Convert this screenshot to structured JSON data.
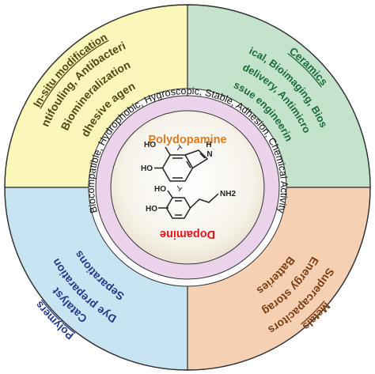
{
  "quadrants": [
    {
      "key": "top-left",
      "title": "In-situ modification",
      "items": [
        "Antifouling, Antibacterial",
        "Biomineralization",
        "Adhesive agents"
      ],
      "fill": "#fbf7b8",
      "text_color": "#4d4a12"
    },
    {
      "key": "top-right",
      "title": "Ceramics",
      "items": [
        "Biomedical, Bioimaging, Biosensing",
        "Drug delivery, Antimicrobials",
        "Tissue engineering"
      ],
      "fill": "#c3e3cc",
      "text_color": "#1c6a3a"
    },
    {
      "key": "bottom-right",
      "title": "Metals",
      "items": [
        "Supercapacitors",
        "Energy storage",
        "Batteries"
      ],
      "fill": "#f6d0b2",
      "text_color": "#7a3e14"
    },
    {
      "key": "bottom-left",
      "title": "Polymers",
      "items": [
        "Catalyst",
        "Dye preparation",
        "Separations"
      ],
      "fill": "#c8e3f1",
      "text_color": "#213a8c"
    }
  ],
  "ring": {
    "text": "Biocompatible, Hydrophobic, Hygroscopic, Stable, Adhesion, Chemical Activity",
    "fill": "#ecd3ec",
    "text_color": "#111111"
  },
  "center": {
    "top_label": "Polydopamine",
    "top_label_color": "#e07a1f",
    "bottom_label": "Dopamine",
    "bottom_label_color": "#e5161b",
    "pdopa_atoms": {
      "oh1": "HO",
      "oh2": "HO",
      "nh": "H",
      "n": "N"
    },
    "dopa_atoms": {
      "oh1": "HO",
      "oh2": "HO",
      "nh2": "NH2"
    }
  }
}
